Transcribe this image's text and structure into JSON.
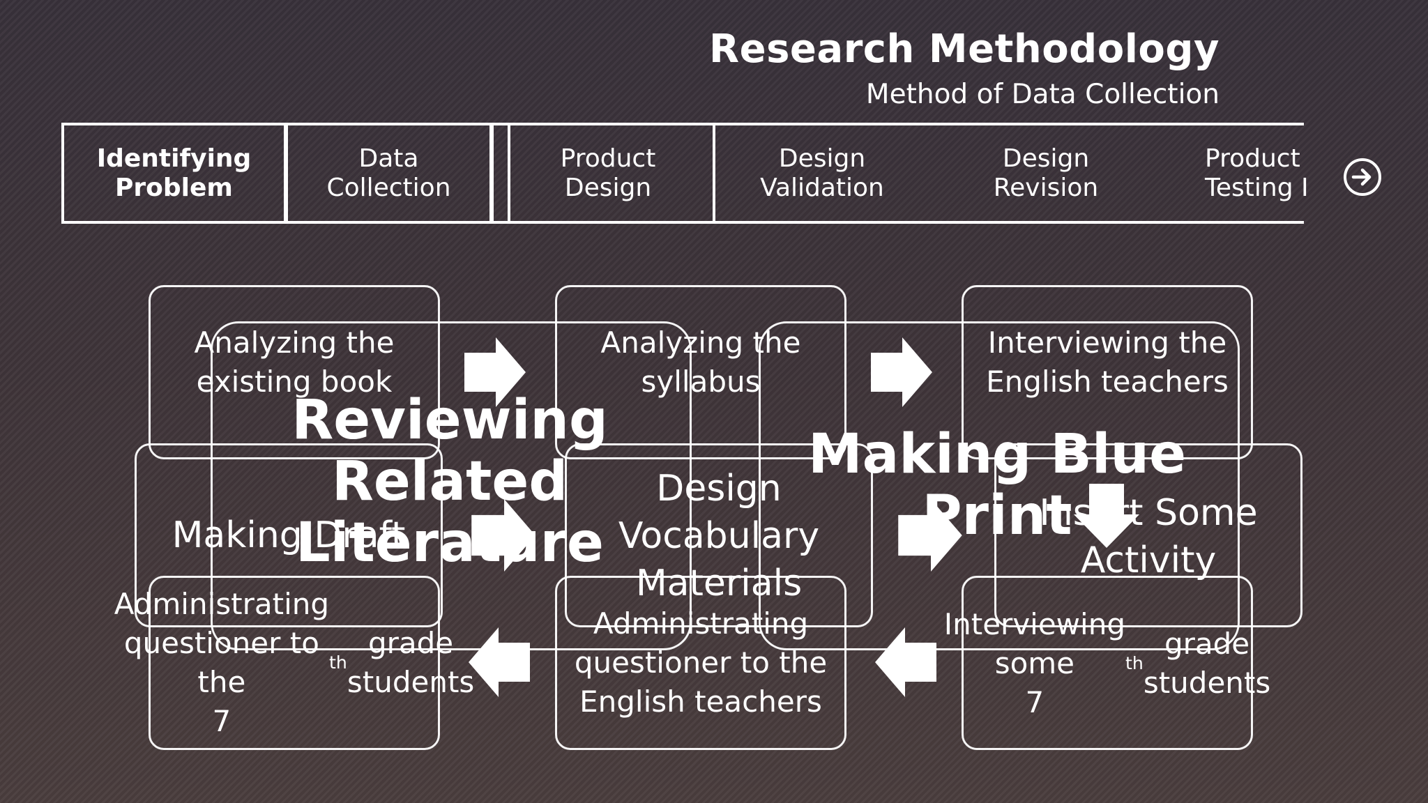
{
  "header": {
    "title": "Research Methodology",
    "subtitle": "Method of Data Collection"
  },
  "tabs": [
    {
      "label": "Identifying\nProblem",
      "active": true
    },
    {
      "label": "Data\nCollection",
      "active": false
    },
    {
      "label": "Product\nDesign",
      "active": false
    },
    {
      "label": "Design\nValidation",
      "active": false
    },
    {
      "label": "Design\nRevision",
      "active": false
    },
    {
      "label": "Product\nTesting I",
      "active": false
    }
  ],
  "next_icon": "circle-arrow-right-icon",
  "process": {
    "row1": [
      "Analyzing the\nexisting book",
      "Analyzing the\nsyllabus",
      "Interviewing the\nEnglish teachers"
    ],
    "row2": [
      "Making Draft",
      "Design\nVocabulary\nMaterials",
      "Insert Some\nActivity"
    ],
    "row3": [
      "Administrating\nquestioner to the\n7th grade students",
      "Administrating\nquestioner to the\nEnglish teachers",
      "Interviewing some\n7th grade students"
    ]
  },
  "stages": [
    "Reviewing\nRelated\nLiterature",
    "Making Blue\nPrint"
  ],
  "colors": {
    "foreground": "#ffffff",
    "background": "#3e3439"
  }
}
